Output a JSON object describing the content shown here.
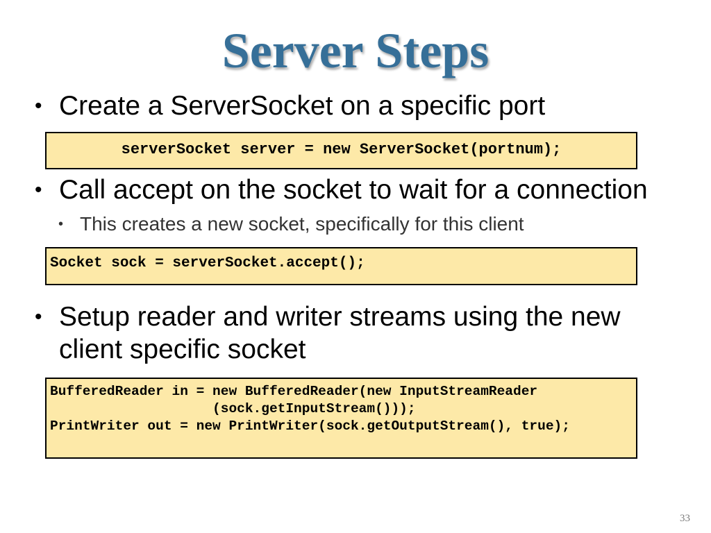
{
  "slide": {
    "title": "Server Steps",
    "page_number": "33",
    "bullets": [
      {
        "dot": "•",
        "text": "Create a ServerSocket on a specific port"
      },
      {
        "dot": "•",
        "text": "Call accept on the socket to wait for a connection",
        "subbullets": [
          {
            "dot": "•",
            "text": "This creates a new socket, specifically for this client"
          }
        ]
      },
      {
        "dot": "•",
        "lines": [
          "Setup reader and writer streams using the new",
          "client specific socket"
        ]
      }
    ],
    "code_blocks": [
      {
        "lines": [
          "serverSocket server = new ServerSocket(portnum);"
        ]
      },
      {
        "lines": [
          "Socket sock = serverSocket.accept();"
        ]
      },
      {
        "lines": [
          "BufferedReader in = new BufferedReader(new InputStreamReader",
          "                    (sock.getInputStream()));",
          "PrintWriter out = new PrintWriter(sock.getOutputStream(), true);"
        ]
      }
    ],
    "colors": {
      "title": "#366f98",
      "code_background": "#fde9a8",
      "code_border": "#000000"
    }
  }
}
